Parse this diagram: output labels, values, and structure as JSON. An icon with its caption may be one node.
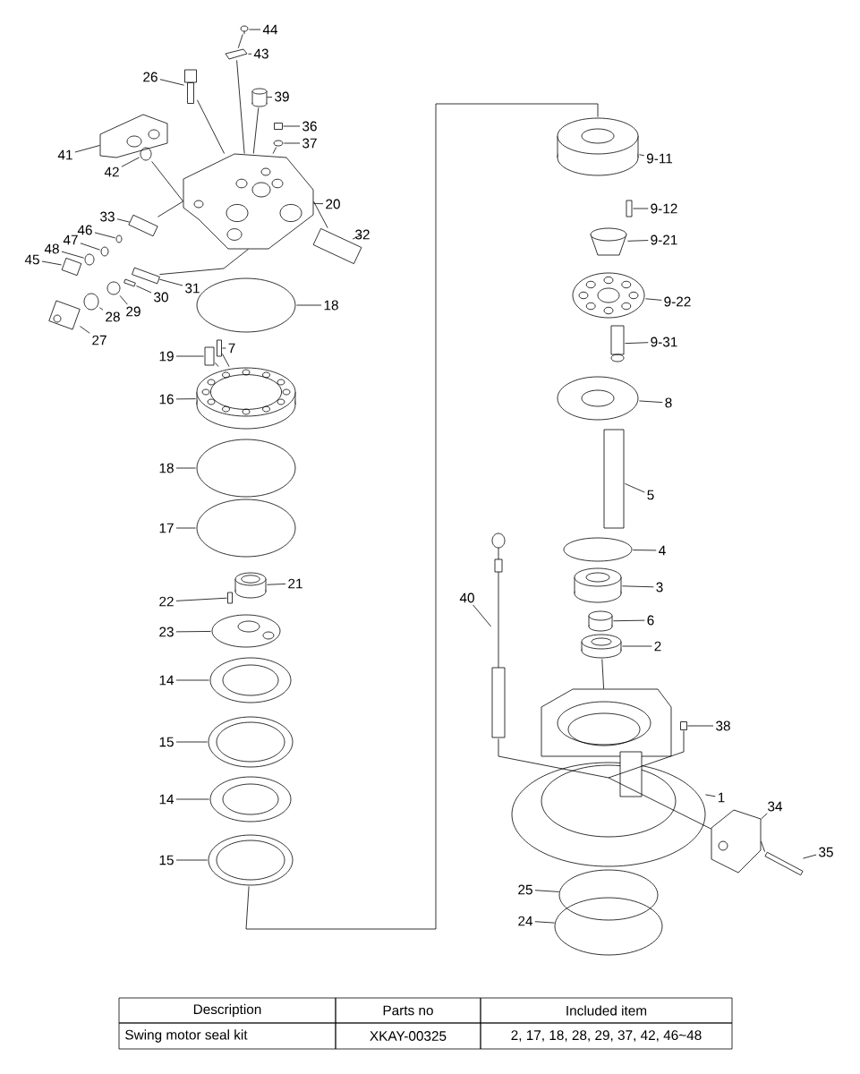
{
  "diagram": {
    "nodes": [
      {
        "text": [
          "44"
        ]
      },
      {
        "text": [
          "43"
        ]
      },
      {
        "text": [
          "26"
        ]
      },
      {
        "text": [
          "39"
        ]
      },
      {
        "text": [
          "36"
        ]
      },
      {
        "text": [
          "37"
        ]
      },
      {
        "text": [
          "41"
        ]
      },
      {
        "text": [
          "42"
        ]
      },
      {
        "text": [
          "20"
        ]
      },
      {
        "text": [
          "33"
        ]
      },
      {
        "text": [
          "46"
        ]
      },
      {
        "text": [
          "47"
        ]
      },
      {
        "text": [
          "48"
        ]
      },
      {
        "text": [
          "45"
        ]
      },
      {
        "text": [
          "32"
        ]
      },
      {
        "text": [
          "31"
        ]
      },
      {
        "text": [
          "30"
        ]
      },
      {
        "text": [
          "29"
        ]
      },
      {
        "text": [
          "28"
        ]
      },
      {
        "text": [
          "27"
        ]
      },
      {
        "text": [
          "18"
        ]
      },
      {
        "text": [
          "19"
        ]
      },
      {
        "text": [
          "7"
        ]
      },
      {
        "text": [
          "16"
        ]
      },
      {
        "text": [
          "18"
        ]
      },
      {
        "text": [
          "17"
        ]
      },
      {
        "text": [
          "21"
        ]
      },
      {
        "text": [
          "22"
        ]
      },
      {
        "text": [
          "23"
        ]
      },
      {
        "text": [
          "14"
        ]
      },
      {
        "text": [
          "15"
        ]
      },
      {
        "text": [
          "14"
        ]
      },
      {
        "text": [
          "15"
        ]
      },
      {
        "text": [
          "9-11"
        ]
      },
      {
        "text": [
          "9-12"
        ]
      },
      {
        "text": [
          "9-21"
        ]
      },
      {
        "text": [
          "9-22"
        ]
      },
      {
        "text": [
          "9-31"
        ]
      },
      {
        "text": [
          "8"
        ]
      },
      {
        "text": [
          "5"
        ]
      },
      {
        "text": [
          "4"
        ]
      },
      {
        "text": [
          "3"
        ]
      },
      {
        "text": [
          "40"
        ]
      },
      {
        "text": [
          "6"
        ]
      },
      {
        "text": [
          "2"
        ]
      },
      {
        "text": [
          "38"
        ]
      },
      {
        "text": [
          "1"
        ]
      },
      {
        "text": [
          "34"
        ]
      },
      {
        "text": [
          "35"
        ]
      },
      {
        "text": [
          "25"
        ]
      },
      {
        "text": [
          "24"
        ]
      },
      {
        "text": [],
        "shape": "picture"
      },
      {
        "text": [],
        "shape": "picture"
      },
      {
        "text": [],
        "shape": "picture"
      },
      {
        "text": [],
        "shape": "cylinder"
      },
      {
        "text": [],
        "shape": "box"
      },
      {
        "text": [],
        "shape": "circle"
      },
      {
        "text": [],
        "shape": "picture"
      },
      {
        "text": [],
        "shape": "circle"
      },
      {
        "text": [],
        "shape": "picture"
      },
      {
        "text": [],
        "shape": "box"
      },
      {
        "text": [],
        "shape": "circle"
      },
      {
        "text": [],
        "shape": "circle"
      },
      {
        "text": [],
        "shape": "circle"
      },
      {
        "text": [],
        "shape": "box"
      },
      {
        "text": [],
        "shape": "box"
      },
      {
        "text": [],
        "shape": "box"
      },
      {
        "text": [],
        "shape": "box"
      },
      {
        "text": [],
        "shape": "circle"
      },
      {
        "text": [],
        "shape": "circle"
      },
      {
        "text": [],
        "shape": "picture"
      },
      {
        "text": [],
        "shape": "circle"
      },
      {
        "text": [],
        "shape": "box"
      },
      {
        "text": [],
        "shape": "box"
      },
      {
        "text": [],
        "shape": "picture"
      },
      {
        "text": [],
        "shape": "circle"
      },
      {
        "text": [],
        "shape": "circle"
      },
      {
        "text": [],
        "shape": "cylinder"
      },
      {
        "text": [],
        "shape": "box"
      },
      {
        "text": [],
        "shape": "picture"
      },
      {
        "text": [],
        "shape": "picture"
      },
      {
        "text": [],
        "shape": "picture"
      },
      {
        "text": [],
        "shape": "picture"
      },
      {
        "text": [],
        "shape": "picture"
      },
      {
        "text": [],
        "shape": "cylinder"
      },
      {
        "text": [],
        "shape": "box"
      },
      {
        "text": [],
        "shape": "picture"
      },
      {
        "text": [],
        "shape": "picture"
      },
      {
        "text": [],
        "shape": "box"
      },
      {
        "text": [],
        "shape": "picture"
      },
      {
        "text": [],
        "shape": "box"
      },
      {
        "text": [],
        "shape": "circle"
      },
      {
        "text": [],
        "shape": "cylinder"
      },
      {
        "text": [],
        "shape": "picture"
      },
      {
        "text": [],
        "shape": "cylinder"
      },
      {
        "text": [],
        "shape": "cylinder"
      },
      {
        "text": [],
        "shape": "box"
      },
      {
        "text": [],
        "shape": "picture"
      },
      {
        "text": [],
        "shape": "picture"
      },
      {
        "text": [],
        "shape": "box"
      },
      {
        "text": [],
        "shape": "circle"
      },
      {
        "text": [],
        "shape": "circle"
      }
    ],
    "edges": [
      {
        "from": 0,
        "to": 51,
        "arrow": "none"
      },
      {
        "from": 1,
        "to": 52,
        "arrow": "none"
      },
      {
        "from": 2,
        "to": 53,
        "arrow": "none"
      },
      {
        "from": 3,
        "to": 54,
        "arrow": "none"
      },
      {
        "from": 4,
        "to": 55,
        "arrow": "none"
      },
      {
        "from": 5,
        "to": 56,
        "arrow": "none"
      },
      {
        "from": 6,
        "to": 57,
        "arrow": "none"
      },
      {
        "from": 7,
        "to": 58,
        "arrow": "none"
      },
      {
        "from": 8,
        "to": 59,
        "arrow": "none"
      },
      {
        "from": 9,
        "to": 60,
        "arrow": "none"
      },
      {
        "from": 10,
        "to": 61,
        "arrow": "none"
      },
      {
        "from": 11,
        "to": 62,
        "arrow": "none"
      },
      {
        "from": 12,
        "to": 63,
        "arrow": "none"
      },
      {
        "from": 13,
        "to": 64,
        "arrow": "none"
      },
      {
        "from": 14,
        "to": 65,
        "arrow": "none"
      },
      {
        "from": 15,
        "to": 66,
        "arrow": "none"
      },
      {
        "from": 16,
        "to": 67,
        "arrow": "none"
      },
      {
        "from": 17,
        "to": 68,
        "arrow": "none"
      },
      {
        "from": 18,
        "to": 69,
        "arrow": "none"
      },
      {
        "from": 19,
        "to": 70,
        "arrow": "none"
      },
      {
        "from": 20,
        "to": 71,
        "arrow": "none"
      },
      {
        "from": 21,
        "to": 72,
        "arrow": "none"
      },
      {
        "from": 22,
        "to": 73,
        "arrow": "none"
      },
      {
        "from": 23,
        "to": 74,
        "arrow": "none"
      },
      {
        "from": 24,
        "to": 75,
        "arrow": "none"
      },
      {
        "from": 25,
        "to": 76,
        "arrow": "none"
      },
      {
        "from": 26,
        "to": 77,
        "arrow": "none"
      },
      {
        "from": 27,
        "to": 78,
        "arrow": "none"
      },
      {
        "from": 28,
        "to": 79,
        "arrow": "none"
      },
      {
        "from": 29,
        "to": 80,
        "arrow": "none"
      },
      {
        "from": 30,
        "to": 81,
        "arrow": "none"
      },
      {
        "from": 31,
        "to": 82,
        "arrow": "none"
      },
      {
        "from": 32,
        "to": 83,
        "arrow": "none"
      },
      {
        "from": 33,
        "to": 84,
        "arrow": "none"
      },
      {
        "from": 34,
        "to": 85,
        "arrow": "none"
      },
      {
        "from": 35,
        "to": 86,
        "arrow": "none"
      },
      {
        "from": 36,
        "to": 87,
        "arrow": "none"
      },
      {
        "from": 37,
        "to": 88,
        "arrow": "none"
      },
      {
        "from": 38,
        "to": 89,
        "arrow": "none"
      },
      {
        "from": 39,
        "to": 90,
        "arrow": "none"
      },
      {
        "from": 40,
        "to": 91,
        "arrow": "none"
      },
      {
        "from": 41,
        "to": 92,
        "arrow": "none"
      },
      {
        "from": 42,
        "to": 93,
        "arrow": "none"
      },
      {
        "from": 43,
        "to": 94,
        "arrow": "none"
      },
      {
        "from": 44,
        "to": 95,
        "arrow": "none"
      },
      {
        "from": 45,
        "to": 96,
        "arrow": "none"
      },
      {
        "from": 46,
        "to": 97,
        "arrow": "none"
      },
      {
        "from": 47,
        "to": 98,
        "arrow": "none"
      },
      {
        "from": 48,
        "to": 99,
        "arrow": "none"
      },
      {
        "from": 49,
        "to": 100,
        "arrow": "none"
      },
      {
        "from": 50,
        "to": 101,
        "arrow": "none"
      },
      {
        "from": 51,
        "to": 52,
        "arrow": "none"
      },
      {
        "from": 52,
        "to": 59,
        "arrow": "none"
      },
      {
        "from": 53,
        "to": 59,
        "arrow": "none"
      },
      {
        "from": 54,
        "to": 59,
        "arrow": "none"
      },
      {
        "from": 56,
        "to": 59,
        "arrow": "none"
      },
      {
        "from": 60,
        "to": 59,
        "arrow": "none"
      },
      {
        "from": 66,
        "to": 59,
        "arrow": "none"
      },
      {
        "from": 65,
        "to": 59,
        "arrow": "none"
      },
      {
        "from": 58,
        "to": 59,
        "arrow": "none"
      },
      {
        "from": 95,
        "to": 97,
        "arrow": "none"
      },
      {
        "from": 93,
        "to": 97,
        "arrow": "none"
      },
      {
        "from": 98,
        "to": 97,
        "arrow": "none"
      },
      {
        "from": 96,
        "to": 97,
        "arrow": "none"
      },
      {
        "from": 99,
        "to": 98,
        "arrow": "none"
      },
      {
        "from": 72,
        "to": 74,
        "arrow": "none"
      },
      {
        "from": 73,
        "to": 74,
        "arrow": "none"
      },
      {
        "from": 83,
        "to": 84,
        "arrow": "none"
      }
    ],
    "labels": [
      "Description",
      "Parts no",
      "Included item",
      "Swing motor seal kit",
      "XKAY-00325",
      "2, 17, 18, 28, 29, 37, 42, 46~48"
    ]
  }
}
